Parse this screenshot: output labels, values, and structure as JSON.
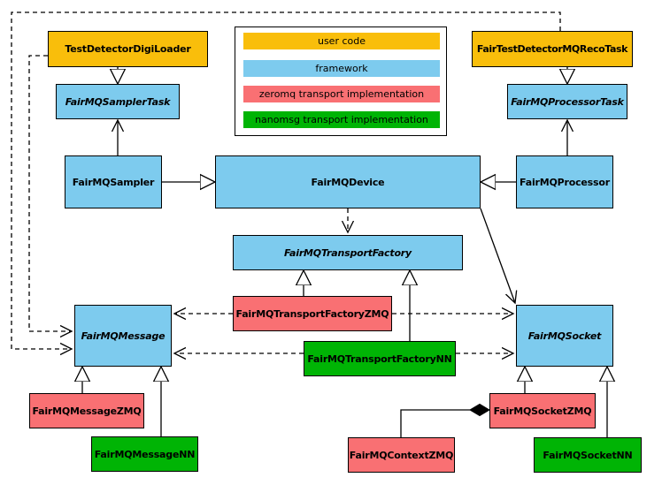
{
  "palette": {
    "user_code": "#F9BE0B",
    "framework": "#7DCBEE",
    "zeromq": "#F97073",
    "nanomsg": "#00B405",
    "line": "#000000",
    "background": "#FFFFFF"
  },
  "legend": {
    "items": [
      {
        "label": "user code",
        "category": "user_code"
      },
      {
        "label": "framework",
        "category": "framework"
      },
      {
        "label": "zeromq transport implementation",
        "category": "zeromq"
      },
      {
        "label": "nanomsg transport implementation",
        "category": "nanomsg"
      }
    ]
  },
  "nodes": {
    "testDetectorDigiLoader": {
      "label": "TestDetectorDigiLoader",
      "category": "user_code",
      "abstract": false
    },
    "fairTestDetectorMQRecoTask": {
      "label": "FairTestDetectorMQRecoTask",
      "category": "user_code",
      "abstract": false
    },
    "fairMQSamplerTask": {
      "label": "FairMQSamplerTask",
      "category": "framework",
      "abstract": true
    },
    "fairMQProcessorTask": {
      "label": "FairMQProcessorTask",
      "category": "framework",
      "abstract": true
    },
    "fairMQSampler": {
      "label": "FairMQSampler",
      "category": "framework",
      "abstract": false
    },
    "fairMQDevice": {
      "label": "FairMQDevice",
      "category": "framework",
      "abstract": false
    },
    "fairMQProcessor": {
      "label": "FairMQProcessor",
      "category": "framework",
      "abstract": false
    },
    "fairMQTransportFactory": {
      "label": "FairMQTransportFactory",
      "category": "framework",
      "abstract": true
    },
    "fairMQTransportFactoryZMQ": {
      "label": "FairMQTransportFactoryZMQ",
      "category": "zeromq",
      "abstract": false
    },
    "fairMQTransportFactoryNN": {
      "label": "FairMQTransportFactoryNN",
      "category": "nanomsg",
      "abstract": false
    },
    "fairMQMessage": {
      "label": "FairMQMessage",
      "category": "framework",
      "abstract": true
    },
    "fairMQSocket": {
      "label": "FairMQSocket",
      "category": "framework",
      "abstract": true
    },
    "fairMQMessageZMQ": {
      "label": "FairMQMessageZMQ",
      "category": "zeromq",
      "abstract": false
    },
    "fairMQMessageNN": {
      "label": "FairMQMessageNN",
      "category": "nanomsg",
      "abstract": false
    },
    "fairMQSocketZMQ": {
      "label": "FairMQSocketZMQ",
      "category": "zeromq",
      "abstract": false
    },
    "fairMQContextZMQ": {
      "label": "FairMQContextZMQ",
      "category": "zeromq",
      "abstract": false
    },
    "fairMQSocketNN": {
      "label": "FairMQSocketNN",
      "category": "nanomsg",
      "abstract": false
    }
  },
  "edges": [
    {
      "from": "TestDetectorDigiLoader",
      "to": "FairMQSamplerTask",
      "type": "inheritance"
    },
    {
      "from": "FairTestDetectorMQRecoTask",
      "to": "FairMQProcessorTask",
      "type": "inheritance"
    },
    {
      "from": "FairMQSampler",
      "to": "FairMQDevice",
      "type": "inheritance"
    },
    {
      "from": "FairMQProcessor",
      "to": "FairMQDevice",
      "type": "inheritance"
    },
    {
      "from": "FairMQTransportFactoryZMQ",
      "to": "FairMQTransportFactory",
      "type": "inheritance"
    },
    {
      "from": "FairMQTransportFactoryNN",
      "to": "FairMQTransportFactory",
      "type": "inheritance"
    },
    {
      "from": "FairMQMessageZMQ",
      "to": "FairMQMessage",
      "type": "inheritance"
    },
    {
      "from": "FairMQMessageNN",
      "to": "FairMQMessage",
      "type": "inheritance"
    },
    {
      "from": "FairMQSocketZMQ",
      "to": "FairMQSocket",
      "type": "inheritance"
    },
    {
      "from": "FairMQSocketNN",
      "to": "FairMQSocket",
      "type": "inheritance"
    },
    {
      "from": "FairMQSampler",
      "to": "FairMQSamplerTask",
      "type": "association"
    },
    {
      "from": "FairMQProcessor",
      "to": "FairMQProcessorTask",
      "type": "association"
    },
    {
      "from": "FairMQDevice",
      "to": "FairMQSocket",
      "type": "association"
    },
    {
      "from": "FairMQDevice",
      "to": "FairMQTransportFactory",
      "type": "dependency"
    },
    {
      "from": "FairMQTransportFactoryZMQ",
      "to": "FairMQMessage",
      "type": "dependency"
    },
    {
      "from": "FairMQTransportFactoryZMQ",
      "to": "FairMQSocket",
      "type": "dependency"
    },
    {
      "from": "FairMQTransportFactoryNN",
      "to": "FairMQMessage",
      "type": "dependency"
    },
    {
      "from": "FairMQTransportFactoryNN",
      "to": "FairMQSocket",
      "type": "dependency"
    },
    {
      "from": "FairTestDetectorMQRecoTask",
      "to": "FairMQMessage",
      "type": "dependency"
    },
    {
      "from": "TestDetectorDigiLoader",
      "to": "FairMQMessage",
      "type": "dependency"
    },
    {
      "from": "FairMQContextZMQ",
      "to": "FairMQSocketZMQ",
      "type": "composition"
    }
  ]
}
